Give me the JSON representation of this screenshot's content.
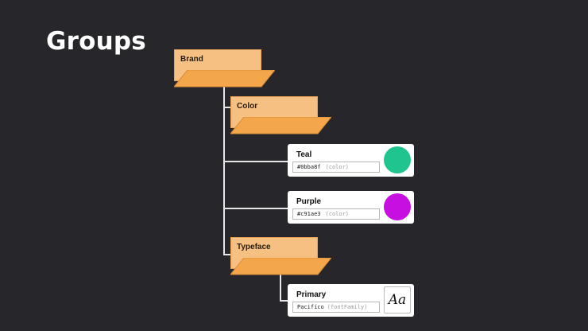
{
  "title": "Groups",
  "colors": {
    "background": "#27272b",
    "folder": "#f5c082",
    "folder_front": "#f3a64a",
    "connector": "#e6e6e6"
  },
  "tree": {
    "brand": {
      "label": "Brand"
    },
    "color_group": {
      "label": "Color"
    },
    "typeface_group": {
      "label": "Typeface"
    },
    "teal": {
      "name": "Teal",
      "value": "#0bba8f",
      "type": "(color)",
      "swatch": "#20c48e"
    },
    "purple": {
      "name": "Purple",
      "value": "#c91ae3",
      "type": "(color)",
      "swatch": "#c60fe0"
    },
    "primary": {
      "name": "Primary",
      "value": "Pacifico",
      "type": "(fontFamily)",
      "sample": "Aa"
    }
  }
}
